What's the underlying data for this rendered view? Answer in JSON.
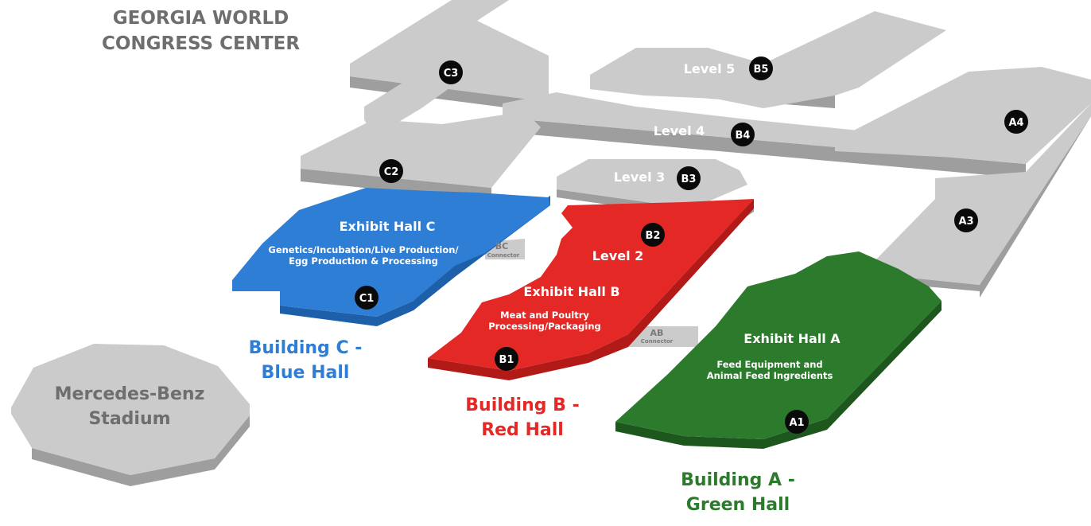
{
  "title": {
    "line1": "GEORGIA WORLD",
    "line2": "CONGRESS CENTER"
  },
  "stadium": {
    "line1": "Mercedes-Benz",
    "line2": "Stadium"
  },
  "buildings": {
    "c": {
      "line1": "Building C -",
      "line2": "Blue Hall",
      "color": "#2e7ed6"
    },
    "b": {
      "line1": "Building B -",
      "line2": "Red Hall",
      "color": "#e32826"
    },
    "a": {
      "line1": "Building A -",
      "line2": "Green Hall",
      "color": "#2c7a2c"
    }
  },
  "halls": {
    "c": {
      "name": "Exhibit Hall C",
      "desc1": "Genetics/Incubation/Live Production/",
      "desc2": "Egg Production & Processing",
      "color": "#2e7ed6",
      "side": "#1d5fa8"
    },
    "b": {
      "name": "Exhibit Hall B",
      "desc1": "Meat and Poultry",
      "desc2": "Processing/Packaging",
      "color": "#e32826",
      "side": "#b21a18"
    },
    "a": {
      "name": "Exhibit Hall A",
      "desc1": "Feed Equipment and",
      "desc2": "Animal Feed Ingredients",
      "color": "#2c7a2c",
      "side": "#1d571d"
    }
  },
  "levels": {
    "l2": "Level 2",
    "l3": "Level 3",
    "l4": "Level 4",
    "l5": "Level 5"
  },
  "connectors": {
    "bc": {
      "code": "BC",
      "word": "Connector"
    },
    "ab": {
      "code": "AB",
      "word": "Connector"
    }
  },
  "markers": {
    "c1": "C1",
    "c2": "C2",
    "c3": "C3",
    "b1": "B1",
    "b2": "B2",
    "b3": "B3",
    "b4": "B4",
    "b5": "B5",
    "a1": "A1",
    "a3": "A3",
    "a4": "A4"
  },
  "colors": {
    "structure": "#cbcbcb",
    "structure_side": "#9e9e9e",
    "marker": "#0a0a0a",
    "title": "#6e6e6e"
  }
}
